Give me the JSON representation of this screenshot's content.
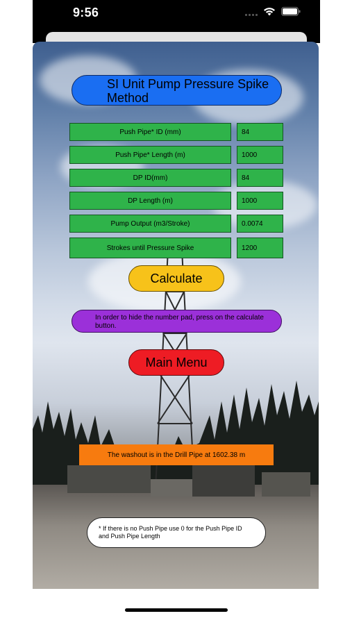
{
  "status_bar": {
    "time": "9:56",
    "icons": [
      "signal-icon",
      "wifi-icon",
      "battery-icon"
    ]
  },
  "app": {
    "title": "SI Unit Pump Pressure Spike Method",
    "fields": [
      {
        "label": "Push Pipe* ID (mm)",
        "value": "84"
      },
      {
        "label": "Push Pipe* Length (m)",
        "value": "1000"
      },
      {
        "label": "DP ID(mm)",
        "value": "84"
      },
      {
        "label": "DP Length (m)",
        "value": "1000"
      },
      {
        "label": "Pump Output (m3/Stroke)",
        "value": "0.0074"
      },
      {
        "label": "Strokes until Pressure Spike",
        "value": "1200"
      }
    ],
    "calculate_label": "Calculate",
    "info_text": "In order to hide the number pad, press on the calculate button.",
    "main_menu_label": "Main Menu",
    "result_text": "The washout is in the Drill Pipe at 1602.38 m",
    "note_text": "* If there is no Push Pipe use 0 for the Push Pipe ID and Push Pipe Length"
  },
  "colors": {
    "title_pill": "#1a6ef2",
    "field_green": "#2fb34a",
    "calculate_yellow": "#f7c21a",
    "info_purple": "#9b30d9",
    "menu_red": "#ee1c24",
    "result_orange": "#f77b0f"
  }
}
